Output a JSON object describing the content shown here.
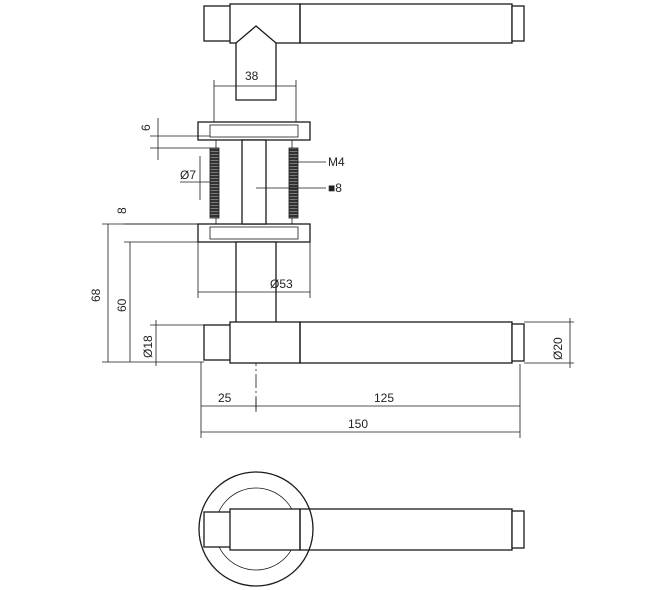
{
  "dimensions": {
    "d38": "38",
    "d6": "6",
    "m4": "M4",
    "dia7": "Ø7",
    "sq8": "■8",
    "d8": "8",
    "d68": "68",
    "d60": "60",
    "dia53": "Ø53",
    "dia18": "Ø18",
    "dia20": "Ø20",
    "d25": "25",
    "d125": "125",
    "d150": "150"
  },
  "colors": {
    "line": "#1a1a1a",
    "knurl": "#555555",
    "background": "#ffffff"
  }
}
